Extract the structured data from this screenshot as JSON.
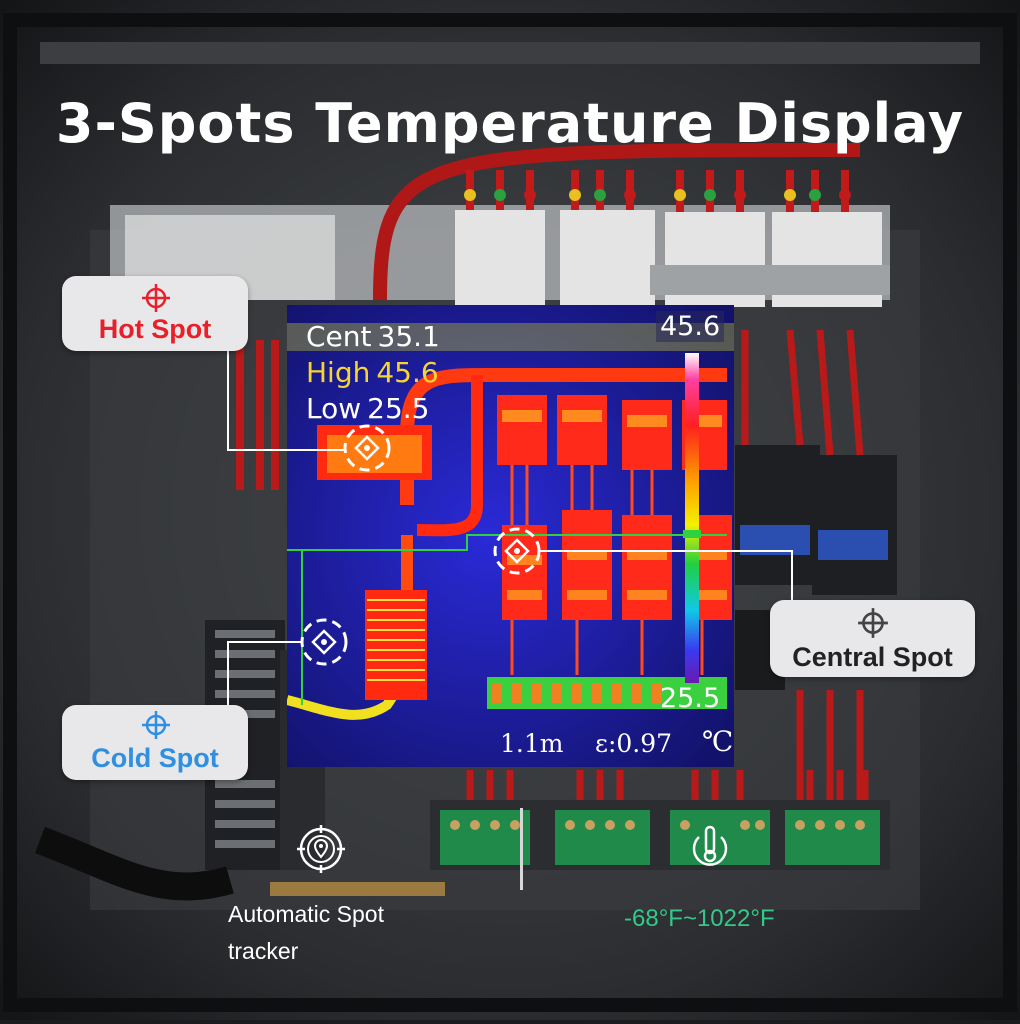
{
  "headline": "3-Spots Temperature Display",
  "readings": {
    "cent": {
      "label": "Cent",
      "value": "35.1"
    },
    "high": {
      "label": "High",
      "value": "45.6"
    },
    "low": {
      "label": "Low",
      "value": "25.5"
    }
  },
  "scale": {
    "max": "45.6",
    "min": "25.5"
  },
  "bottom_info": {
    "distance": "1.1m",
    "emissivity": "ε:0.97",
    "unit": "℃"
  },
  "callouts": {
    "hot": {
      "label": "Hot Spot",
      "icon": "crosshair-icon",
      "color": "#e8202a"
    },
    "cold": {
      "label": "Cold Spot",
      "icon": "crosshair-icon",
      "color": "#2f8fe0"
    },
    "central": {
      "label": "Central Spot",
      "icon": "crosshair-icon",
      "color": "#222222"
    }
  },
  "features": {
    "tracker": {
      "label_line1": "Automatic Spot",
      "label_line2": "tracker",
      "icon": "spot-tracker-icon"
    },
    "range": {
      "label": "-68°F~1022°F",
      "icon": "thermometer-power-icon",
      "color": "#33c98a"
    }
  }
}
